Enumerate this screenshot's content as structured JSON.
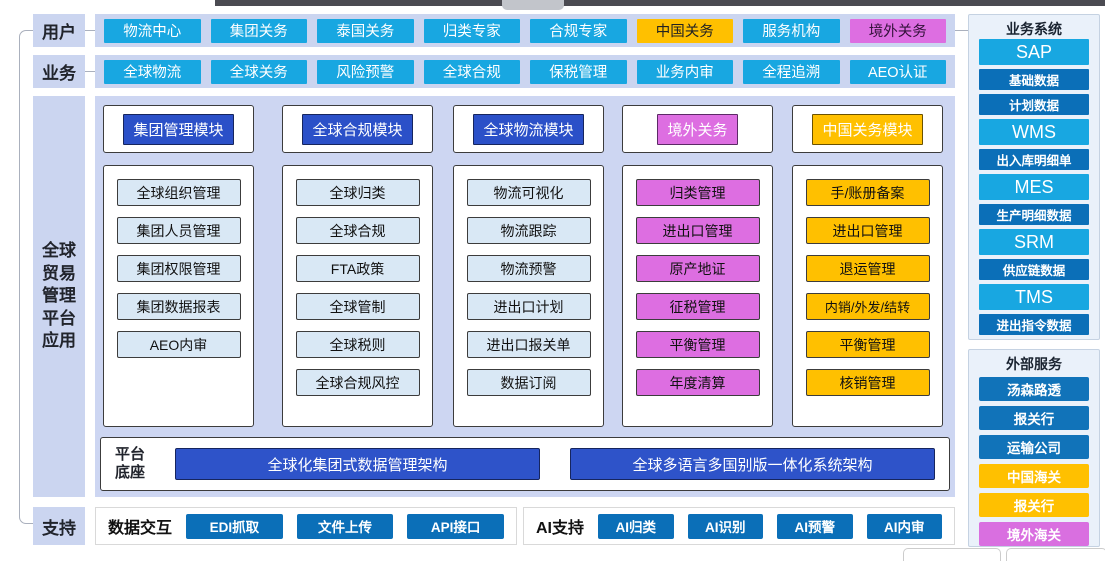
{
  "colors": {
    "cyan": "#18a7e1",
    "royal_blue": "#2e53c9",
    "header_blue": "#2b50c8",
    "dark_blue": "#0b6fb8",
    "orange": "#ffc000",
    "magenta": "#dd6ee1",
    "lavender": "#cbd5f0"
  },
  "user_row": {
    "label": "用户",
    "items": [
      {
        "label": "物流中心",
        "theme": "cyan"
      },
      {
        "label": "集团关务",
        "theme": "cyan"
      },
      {
        "label": "泰国关务",
        "theme": "cyan"
      },
      {
        "label": "归类专家",
        "theme": "cyan"
      },
      {
        "label": "合规专家",
        "theme": "cyan"
      },
      {
        "label": "中国关务",
        "theme": "orange"
      },
      {
        "label": "服务机构",
        "theme": "cyan"
      },
      {
        "label": "境外关务",
        "theme": "magenta"
      }
    ]
  },
  "business_row": {
    "label": "业务",
    "items": [
      {
        "label": "全球物流",
        "theme": "cyan"
      },
      {
        "label": "全球关务",
        "theme": "cyan"
      },
      {
        "label": "风险预警",
        "theme": "cyan"
      },
      {
        "label": "全球合规",
        "theme": "cyan"
      },
      {
        "label": "保税管理",
        "theme": "cyan"
      },
      {
        "label": "业务内审",
        "theme": "cyan"
      },
      {
        "label": "全程追溯",
        "theme": "cyan"
      },
      {
        "label": "AEO认证",
        "theme": "cyan"
      }
    ]
  },
  "platform": {
    "side_label_lines": [
      "全球",
      "贸易",
      "管理",
      "平台",
      "应用"
    ],
    "columns": [
      {
        "header": "集团管理模块",
        "theme": "blue",
        "items": [
          "全球组织管理",
          "集团人员管理",
          "集团权限管理",
          "集团数据报表",
          "AEO内审"
        ]
      },
      {
        "header": "全球合规模块",
        "theme": "blue",
        "items": [
          "全球归类",
          "全球合规",
          "FTA政策",
          "全球管制",
          "全球税则",
          "全球合规风控"
        ]
      },
      {
        "header": "全球物流模块",
        "theme": "blue",
        "items": [
          "物流可视化",
          "物流跟踪",
          "物流预警",
          "进出口计划",
          "进出口报关单",
          "数据订阅"
        ]
      },
      {
        "header": "境外关务",
        "theme": "magenta",
        "items": [
          "归类管理",
          "进出口管理",
          "原产地证",
          "征税管理",
          "平衡管理",
          "年度清算"
        ]
      },
      {
        "header": "中国关务模块",
        "theme": "orange",
        "items": [
          "手/账册备案",
          "进出口管理",
          "退运管理",
          "内销/外发/结转",
          "平衡管理",
          "核销管理"
        ]
      }
    ],
    "base": {
      "label_lines": [
        "平台",
        "底座"
      ],
      "bars": [
        "全球化集团式数据管理架构",
        "全球多语言多国别版一体化系统架构"
      ]
    }
  },
  "support_row": {
    "label": "支持",
    "groups": [
      {
        "title": "数据交互",
        "buttons": [
          "EDI抓取",
          "文件上传",
          "API接口"
        ]
      },
      {
        "title": "AI支持",
        "buttons": [
          "AI归类",
          "AI识别",
          "AI预警",
          "AI内审"
        ]
      }
    ]
  },
  "business_systems": {
    "title": "业务系统",
    "items": [
      {
        "label": "SAP",
        "type": "system"
      },
      {
        "label": "基础数据",
        "type": "data"
      },
      {
        "label": "计划数据",
        "type": "data"
      },
      {
        "label": "WMS",
        "type": "system"
      },
      {
        "label": "出入库明细单",
        "type": "data"
      },
      {
        "label": "MES",
        "type": "system"
      },
      {
        "label": "生产明细数据",
        "type": "data"
      },
      {
        "label": "SRM",
        "type": "system"
      },
      {
        "label": "供应链数据",
        "type": "data"
      },
      {
        "label": "TMS",
        "type": "system"
      },
      {
        "label": "进出指令数据",
        "type": "data"
      }
    ]
  },
  "external_services": {
    "title": "外部服务",
    "items": [
      {
        "label": "汤森路透",
        "theme": "blue"
      },
      {
        "label": "报关行",
        "theme": "blue"
      },
      {
        "label": "运输公司",
        "theme": "blue"
      },
      {
        "label": "中国海关",
        "theme": "orange"
      },
      {
        "label": "报关行",
        "theme": "orange"
      },
      {
        "label": "境外海关",
        "theme": "magenta"
      }
    ]
  }
}
